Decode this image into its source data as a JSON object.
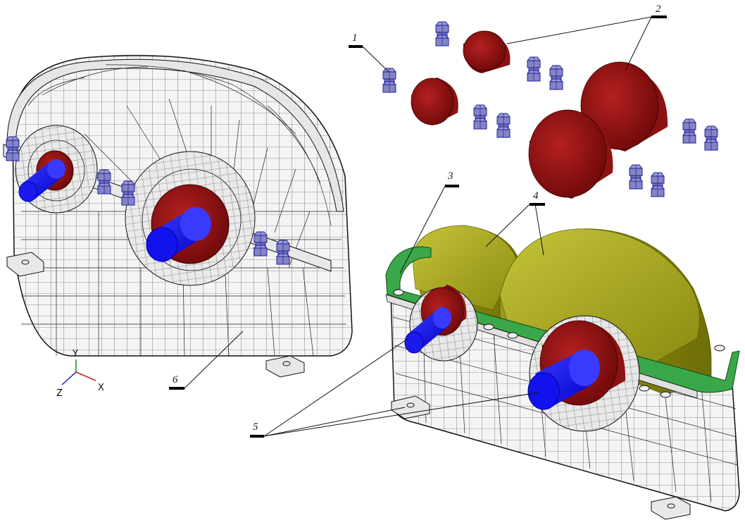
{
  "callouts": [
    {
      "id": "1",
      "label": "1"
    },
    {
      "id": "2",
      "label": "2"
    },
    {
      "id": "3",
      "label": "3"
    },
    {
      "id": "4",
      "label": "4"
    },
    {
      "id": "5",
      "label": "5"
    },
    {
      "id": "6",
      "label": "6"
    }
  ],
  "axes": {
    "y": "Y",
    "z": "Z",
    "x": "X"
  },
  "colors": {
    "gear_red": "#8b1010",
    "shaft_blue": "#1010ff",
    "bolt_blue": "#8080c8",
    "gear_olive": "#a8a820",
    "flange_green": "#30a040",
    "housing": "#f2f2f2",
    "mesh_line": "#222222"
  }
}
